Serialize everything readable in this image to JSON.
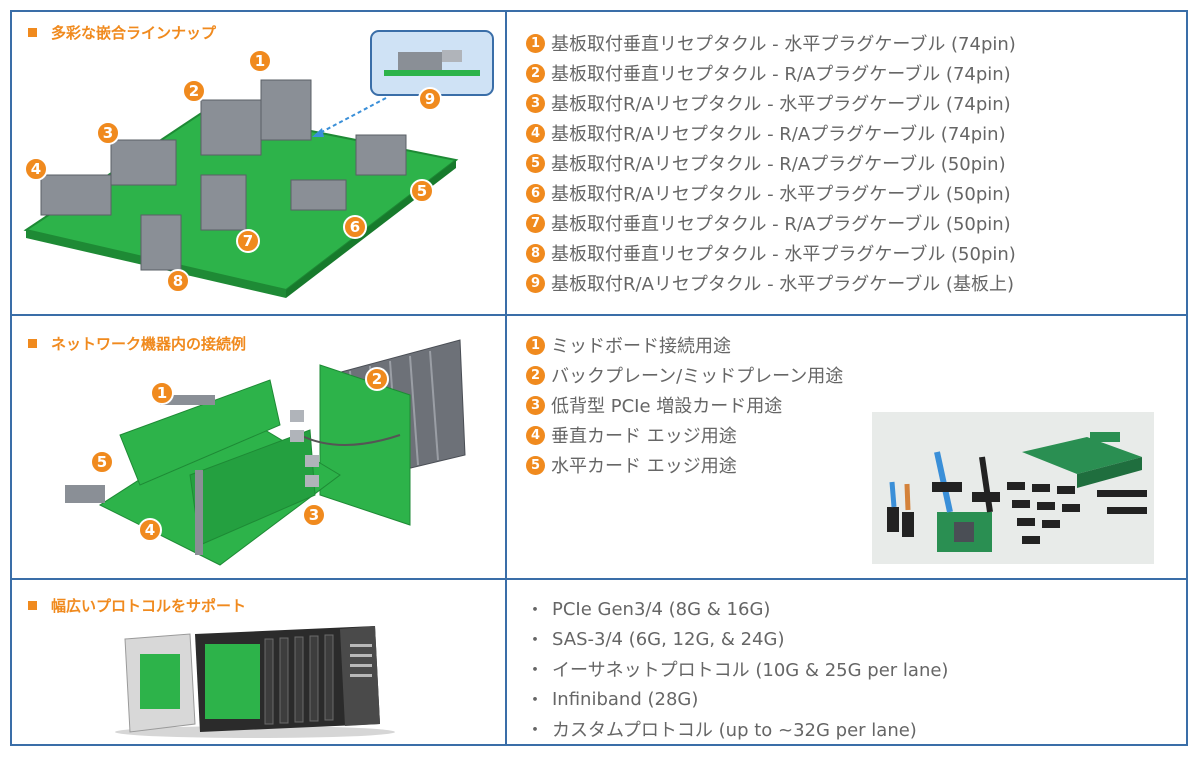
{
  "section1": {
    "heading": "多彩な嵌合ラインナップ",
    "items": [
      {
        "n": "1",
        "text": "基板取付垂直リセプタクル - 水平プラグケーブル (74pin)"
      },
      {
        "n": "2",
        "text": "基板取付垂直リセプタクル - R/Aプラグケーブル (74pin)"
      },
      {
        "n": "3",
        "text": "基板取付R/Aリセプタクル - 水平プラグケーブル (74pin)"
      },
      {
        "n": "4",
        "text": "基板取付R/Aリセプタクル - R/Aプラグケーブル (74pin)"
      },
      {
        "n": "5",
        "text": "基板取付R/Aリセプタクル - R/Aプラグケーブル (50pin)"
      },
      {
        "n": "6",
        "text": "基板取付R/Aリセプタクル - 水平プラグケーブル (50pin)"
      },
      {
        "n": "7",
        "text": "基板取付垂直リセプタクル - R/Aプラグケーブル (50pin)"
      },
      {
        "n": "8",
        "text": "基板取付垂直リセプタクル - 水平プラグケーブル (50pin)"
      },
      {
        "n": "9",
        "text": "基板取付R/Aリセプタクル - 水平プラグケーブル (基板上)"
      }
    ],
    "badges": [
      "1",
      "2",
      "3",
      "4",
      "5",
      "6",
      "7",
      "8",
      "9"
    ]
  },
  "section2": {
    "heading": "ネットワーク機器内の接続例",
    "items": [
      {
        "n": "1",
        "text": "ミッドボード接続用途"
      },
      {
        "n": "2",
        "text": "バックプレーン/ミッドプレーン用途"
      },
      {
        "n": "3",
        "text": "低背型 PCIe 増設カード用途"
      },
      {
        "n": "4",
        "text": "垂直カード エッジ用途"
      },
      {
        "n": "5",
        "text": "水平カード エッジ用途"
      }
    ],
    "badges": [
      "1",
      "2",
      "3",
      "4",
      "5"
    ]
  },
  "section3": {
    "heading": "幅広いプロトコルをサポート",
    "bullet": "・",
    "items": [
      "PCIe Gen3/4 (8G & 16G)",
      "SAS-3/4 (6G, 12G, & 24G)",
      "イーサネットプロトコル (10G & 25G per lane)",
      "Infiniband (28G)",
      "カスタムプロトコル (up to ~32G per lane)"
    ]
  },
  "colors": {
    "accent": "#f08a1e",
    "border": "#3a6ea8",
    "pcb": "#2db34a",
    "text": "#666666"
  }
}
